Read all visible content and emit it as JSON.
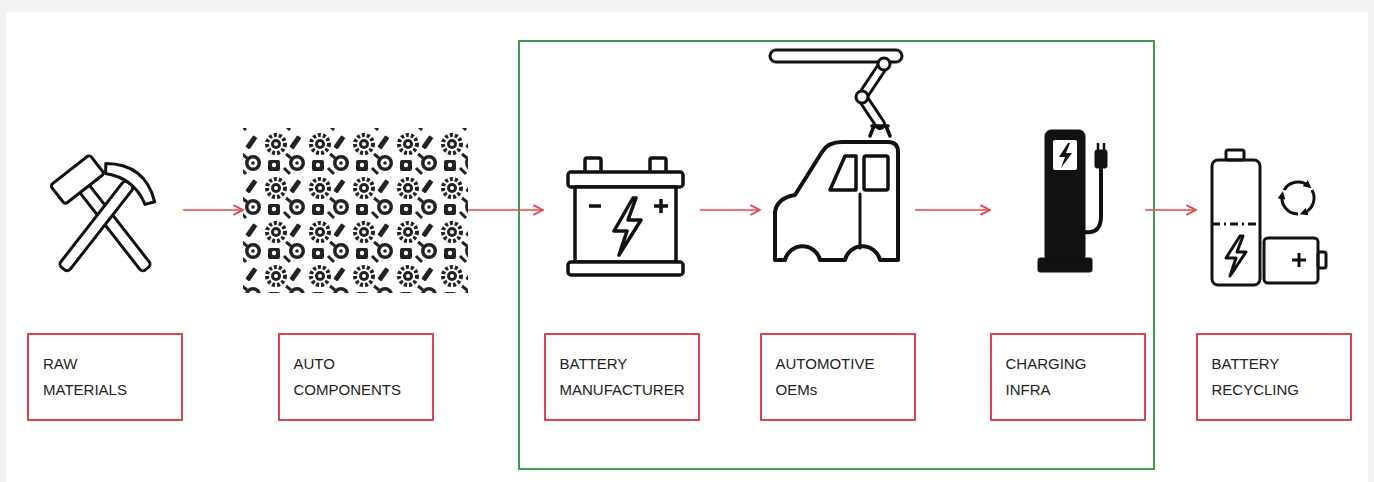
{
  "diagram": {
    "nodes": [
      {
        "text": [
          "RAW MATERIALS"
        ]
      },
      {
        "text": [
          "AUTO COMPONENTS"
        ]
      },
      {
        "text": []
      },
      {
        "text": [
          "BATTERY MANUFACTURER"
        ],
        "in": 2
      },
      {
        "text": [
          "AUTOMOTIVE OEMs"
        ],
        "in": 2
      },
      {
        "text": [
          "CHARGING INFRA"
        ],
        "in": 2
      },
      {
        "text": [
          "BATTERY RECYCLING"
        ]
      }
    ],
    "edges": [
      {
        "from": 0,
        "to": 1,
        "arrow": "to"
      },
      {
        "from": 1,
        "to": 3,
        "arrow": "to"
      },
      {
        "from": 3,
        "to": 4,
        "arrow": "to"
      },
      {
        "from": 4,
        "to": 5,
        "arrow": "to"
      },
      {
        "from": 5,
        "to": 6,
        "arrow": "to"
      }
    ]
  }
}
